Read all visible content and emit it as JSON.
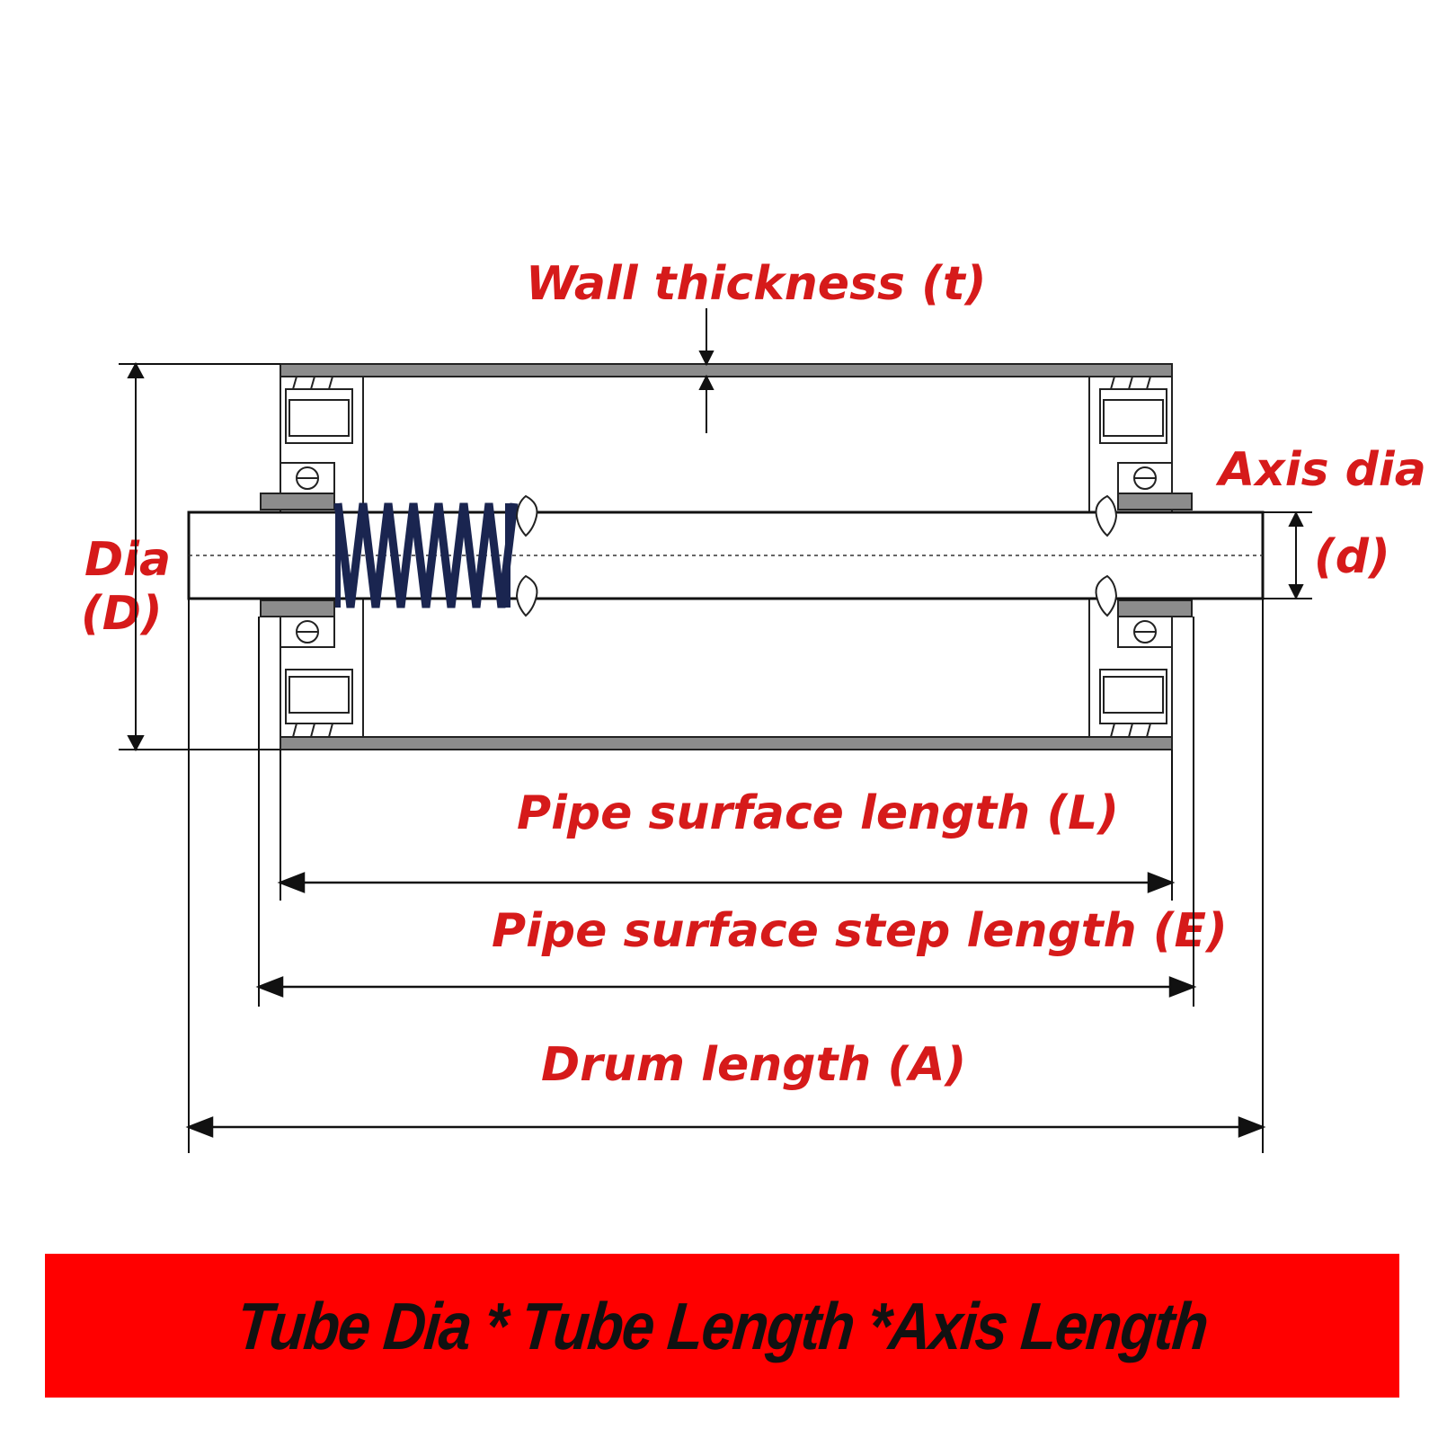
{
  "labels": {
    "wall_thickness": "Wall thickness (t)",
    "axis_dia": "Axis dia",
    "axis_dia_symbol": "(d)",
    "dia": "Dia",
    "dia_symbol": "(D)",
    "pipe_surface_length": "Pipe surface length (L)",
    "pipe_surface_step_length": "Pipe surface step length (E)",
    "drum_length": "Drum length (A)"
  },
  "banner": {
    "text": "Tube Dia * Tube Length *Axis Length"
  },
  "colors": {
    "label": "#d61a1a",
    "banner_background": "#ff0000",
    "banner_text": "#111111",
    "line": "#111111",
    "tube_wall": "#8c8c8c",
    "spring": "#1a2550"
  }
}
